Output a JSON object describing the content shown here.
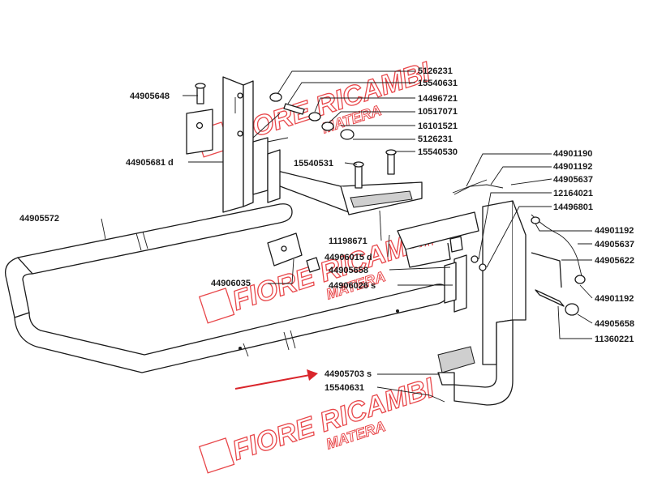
{
  "colors": {
    "line": "#1a1a1a",
    "watermark": "#e8474a",
    "arrow": "#d9252b",
    "background": "#ffffff"
  },
  "watermark": {
    "brand": "FIORE RICAMBI",
    "city": "MATERA"
  },
  "parts": [
    {
      "id": "44905648",
      "label": "44905648"
    },
    {
      "id": "44905681",
      "label": "44905681 d"
    },
    {
      "id": "44905572",
      "label": "44905572"
    },
    {
      "id": "44906035",
      "label": "44906035"
    },
    {
      "id": "5126231a",
      "label": "5126231"
    },
    {
      "id": "15540631a",
      "label": "15540631"
    },
    {
      "id": "14496721",
      "label": "14496721"
    },
    {
      "id": "10517071",
      "label": "10517071"
    },
    {
      "id": "16101521",
      "label": "16101521"
    },
    {
      "id": "5126231b",
      "label": "5126231"
    },
    {
      "id": "15540531",
      "label": "15540531"
    },
    {
      "id": "15540530",
      "label": "15540530"
    },
    {
      "id": "11198671",
      "label": "11198671"
    },
    {
      "id": "44906015",
      "label": "44906015  d"
    },
    {
      "id": "44905658a",
      "label": "44905658"
    },
    {
      "id": "44906026",
      "label": "44906026  s"
    },
    {
      "id": "44901190",
      "label": "44901190"
    },
    {
      "id": "44901192a",
      "label": "44901192"
    },
    {
      "id": "44905637a",
      "label": "44905637"
    },
    {
      "id": "12164021",
      "label": "12164021"
    },
    {
      "id": "14496801",
      "label": "14496801"
    },
    {
      "id": "44901192b",
      "label": "44901192"
    },
    {
      "id": "44905637b",
      "label": "44905637"
    },
    {
      "id": "44905622",
      "label": "44905622"
    },
    {
      "id": "44901192c",
      "label": "44901192"
    },
    {
      "id": "44905658b",
      "label": "44905658"
    },
    {
      "id": "11360221",
      "label": "11360221"
    },
    {
      "id": "44905703",
      "label": "44905703  s"
    },
    {
      "id": "15540631b",
      "label": "15540631"
    }
  ]
}
